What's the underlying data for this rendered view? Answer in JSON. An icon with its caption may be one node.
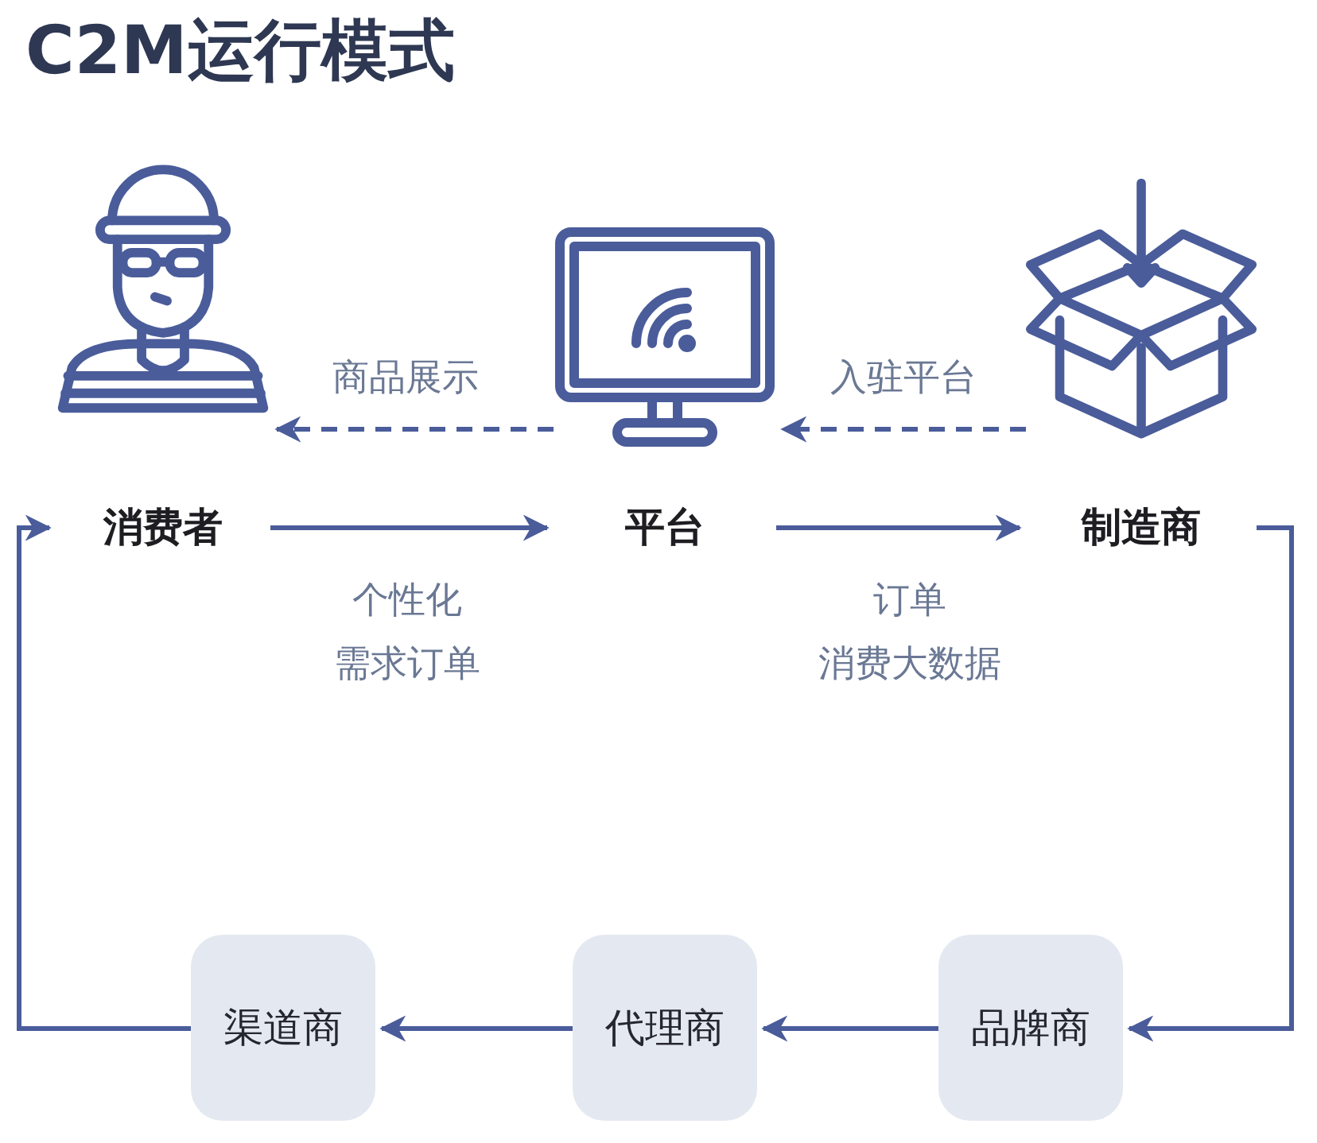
{
  "diagram": {
    "title": "C2M运行模式",
    "nodes": [
      {
        "text": [
          "消费者"
        ]
      },
      {
        "text": [
          "平台"
        ]
      },
      {
        "text": [
          "制造商"
        ]
      },
      {
        "text": [
          "品牌商"
        ]
      },
      {
        "text": [
          "代理商"
        ]
      },
      {
        "text": [
          "渠道商"
        ]
      }
    ],
    "edges": [
      {
        "from": 1,
        "to": 0,
        "arrow": "to",
        "style": "dashed",
        "label": "商品展示"
      },
      {
        "from": 2,
        "to": 1,
        "arrow": "to",
        "style": "dashed",
        "label": "入驻平台"
      },
      {
        "from": 0,
        "to": 1,
        "arrow": "to",
        "label": "个性化需求订单"
      },
      {
        "from": 1,
        "to": 2,
        "arrow": "to",
        "label": "订单消费大数据"
      },
      {
        "from": 2,
        "to": 3,
        "arrow": "to"
      },
      {
        "from": 3,
        "to": 4,
        "arrow": "to"
      },
      {
        "from": 4,
        "to": 5,
        "arrow": "to"
      },
      {
        "from": 5,
        "to": 0,
        "arrow": "to"
      }
    ]
  }
}
